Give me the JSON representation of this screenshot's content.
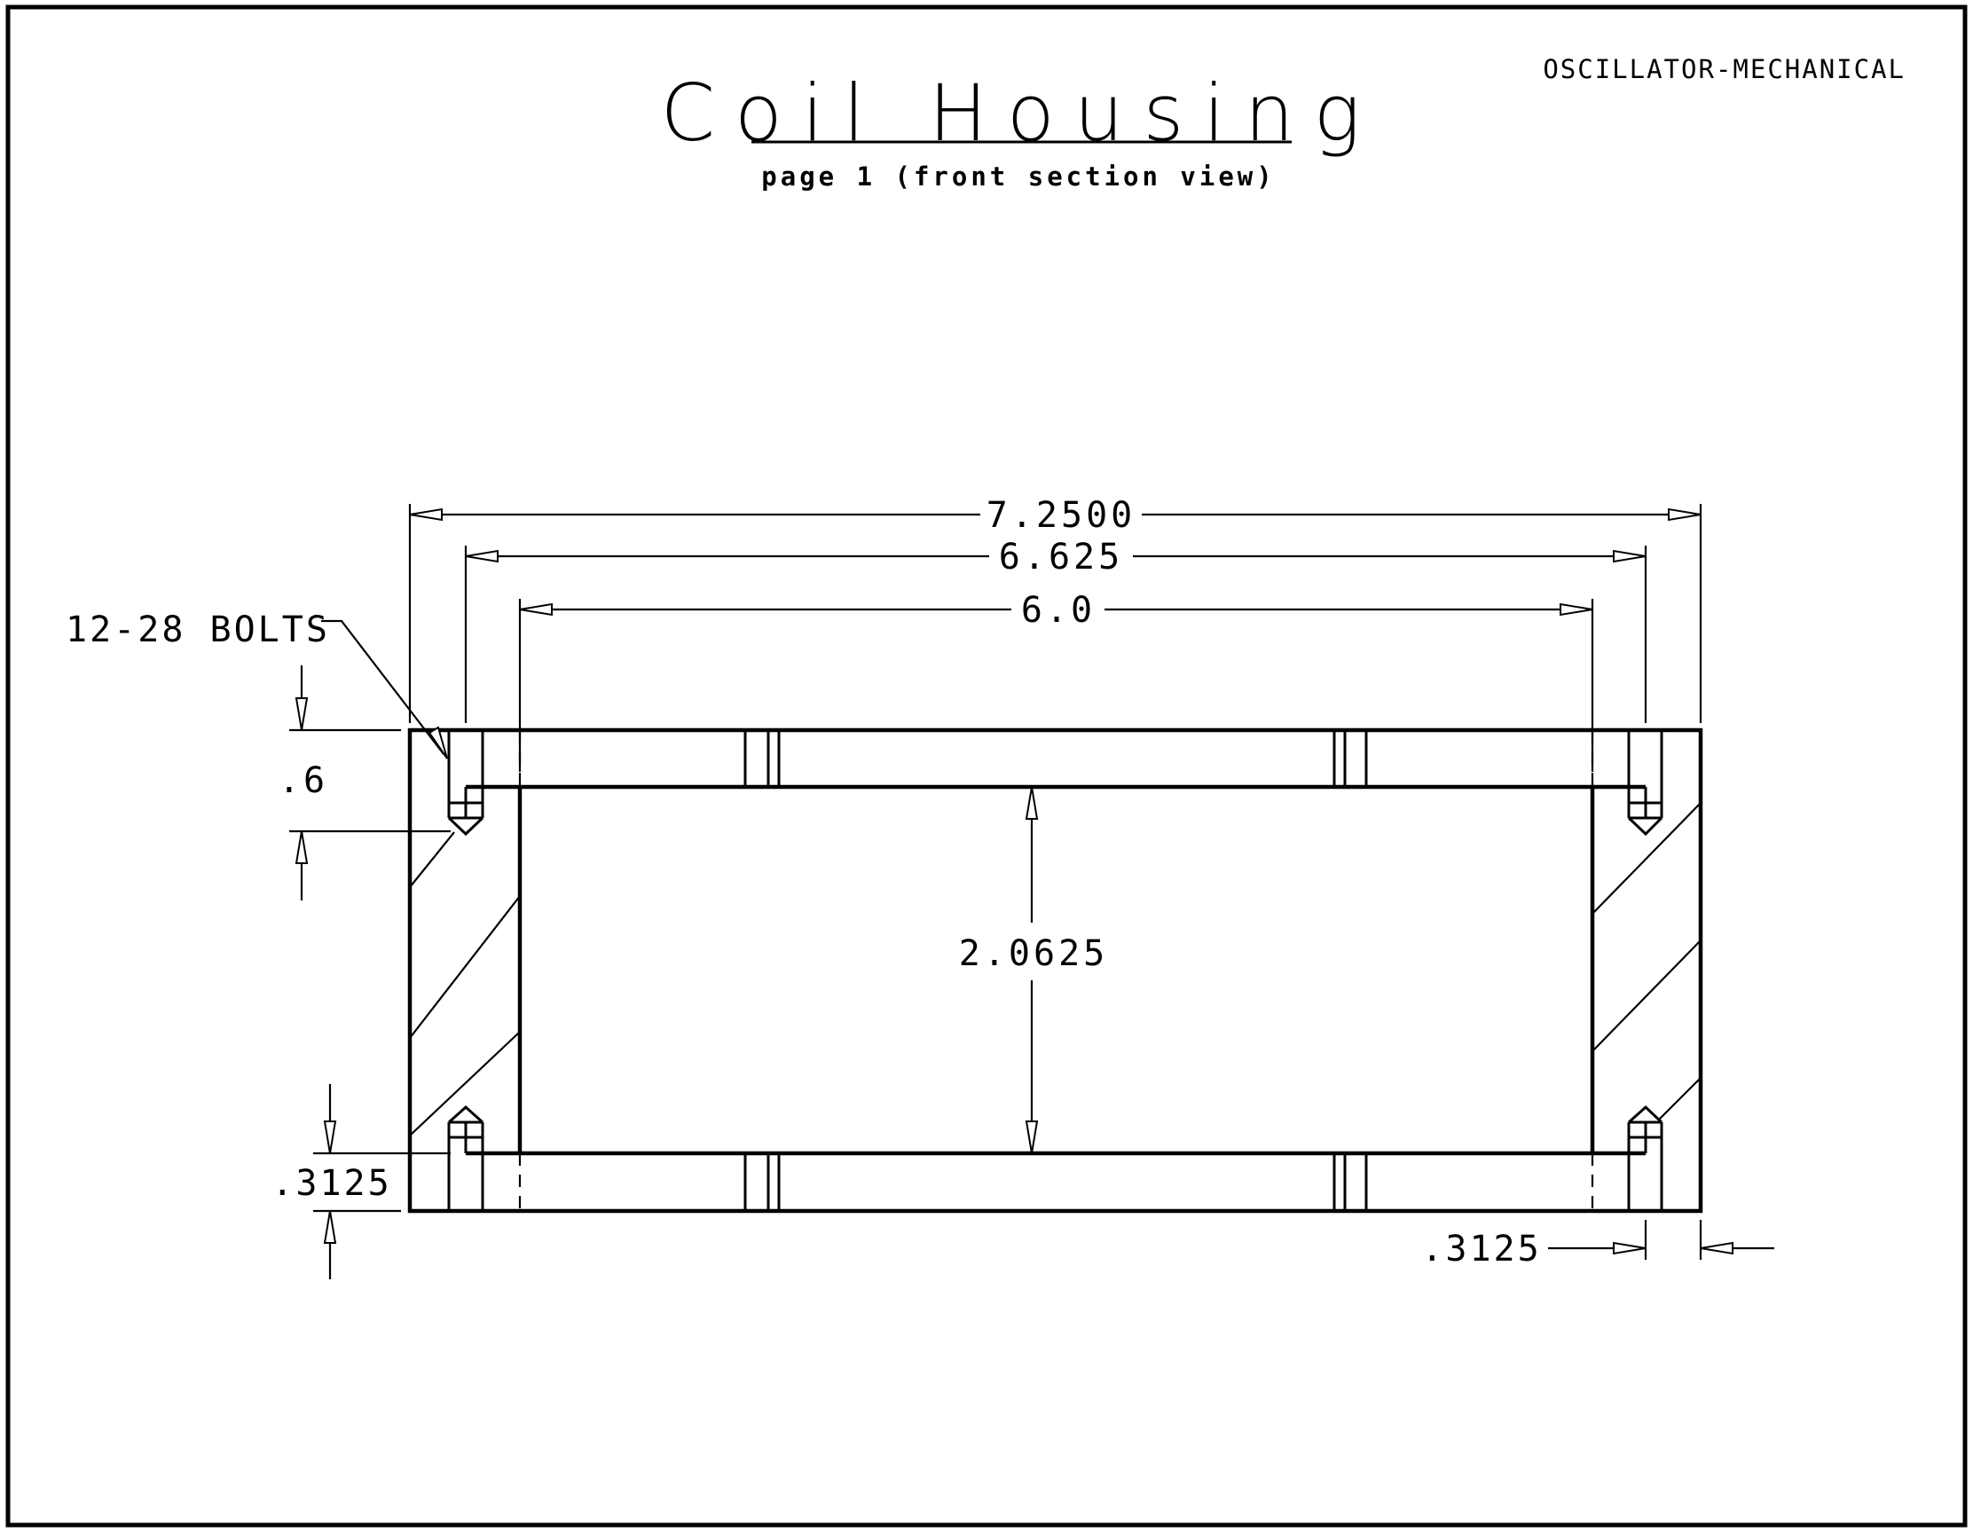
{
  "drawing": {
    "tag": "OSCILLATOR-MECHANICAL",
    "title": "Coil Housing",
    "subtitle": "page 1 (front section view)"
  },
  "dimensions": {
    "outer_width": "7.2500",
    "bolt_spacing": "6.625",
    "inner_width": "6.0",
    "inner_height": "2.0625",
    "bolt_depth": ".6",
    "plate_thickness": ".3125",
    "wall_offset": ".3125"
  },
  "callouts": {
    "bolts": "12-28 BOLTS"
  }
}
